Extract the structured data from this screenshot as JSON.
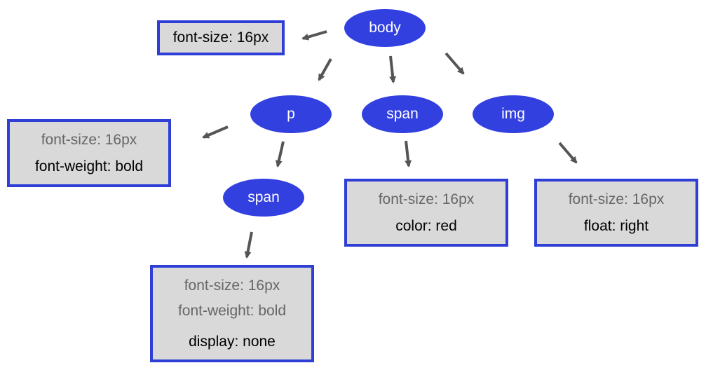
{
  "nodes": {
    "body": "body",
    "p": "p",
    "span_mid": "span",
    "img": "img",
    "span_child": "span"
  },
  "boxes": {
    "body": {
      "own": "font-size: 16px"
    },
    "p": {
      "inherited": "font-size: 16px",
      "own": "font-weight: bold"
    },
    "span_mid": {
      "inherited": "font-size: 16px",
      "own": "color: red"
    },
    "img": {
      "inherited": "font-size: 16px",
      "own": "float: right"
    },
    "span_child": {
      "inherited": [
        "font-size: 16px",
        "font-weight: bold"
      ],
      "own": "display: none"
    }
  },
  "colors": {
    "node_fill": "#3340e0",
    "box_border": "#2f3fd6",
    "box_fill": "#d9d9d9",
    "arrow": "#555555",
    "inherited_text": "#666666",
    "own_text": "#000000"
  }
}
